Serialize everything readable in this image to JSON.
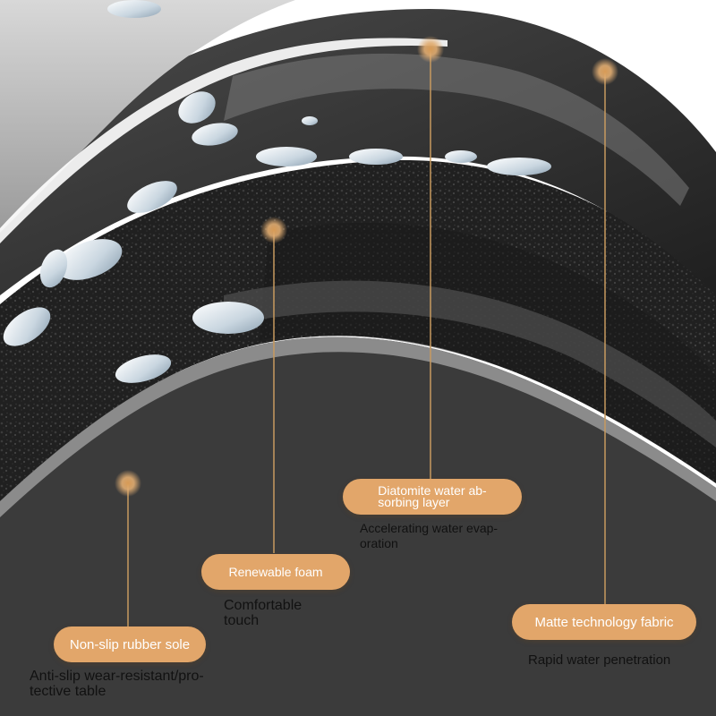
{
  "colors": {
    "accent": "#e2a66a",
    "leader_line": "#c79a5f",
    "fabric": "#3a3a3a",
    "foam": "#222222",
    "sole": "#5a5a5a"
  },
  "callouts": [
    {
      "id": "diatomite",
      "label": "Diatomite water ab-\nsorbing layer",
      "description": "Accelerating water evap-\noration"
    },
    {
      "id": "foam",
      "label": "Renewable foam",
      "description": "Comfortable\ntouch"
    },
    {
      "id": "fabric",
      "label": "Matte technology fabric",
      "description": "Rapid water penetration"
    },
    {
      "id": "sole",
      "label": "Non-slip rubber sole",
      "description": "Anti-slip wear-resistant/pro-\ntective table"
    }
  ]
}
